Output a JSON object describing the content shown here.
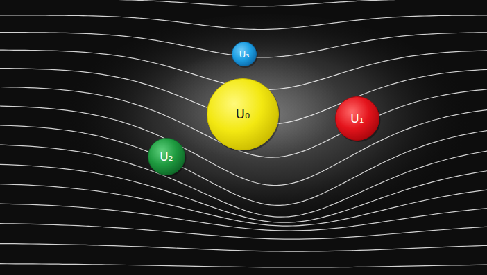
{
  "diagram": {
    "nodes": [
      {
        "text": [
          "U₃"
        ]
      },
      {
        "text": [
          "U₀"
        ]
      },
      {
        "text": [
          "U₁"
        ]
      },
      {
        "text": [
          "U₂"
        ]
      }
    ]
  }
}
